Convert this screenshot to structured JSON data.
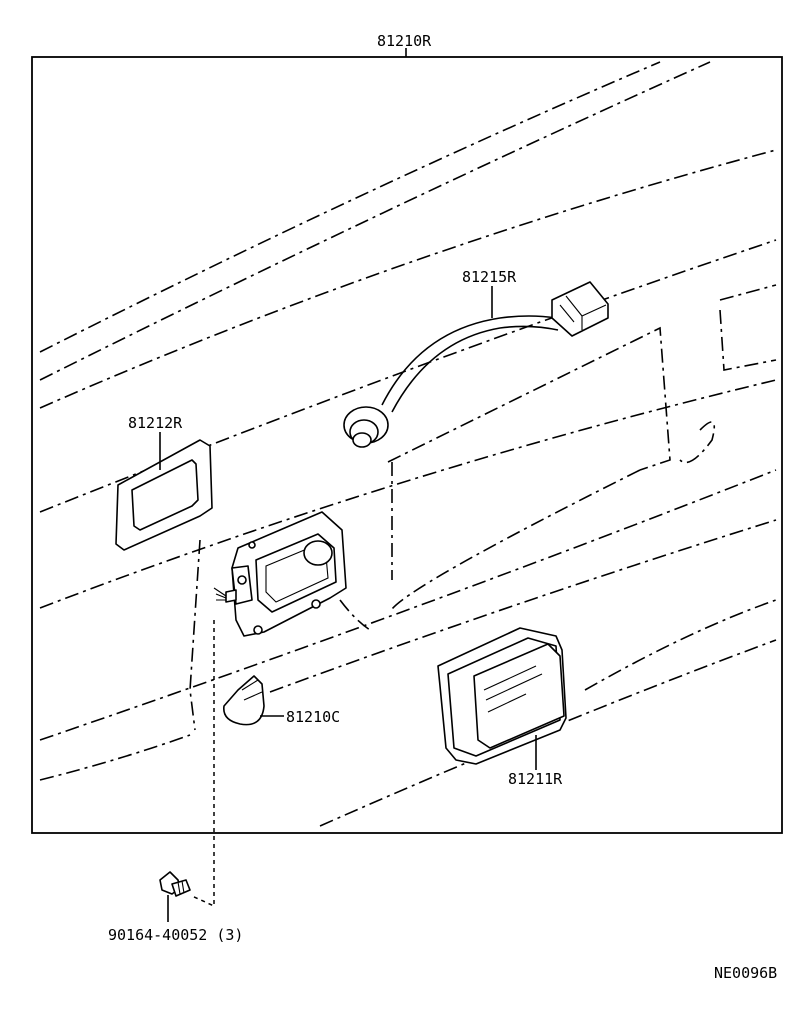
{
  "parts": {
    "lamp_assembly": "81210R",
    "wire_socket": "81215R",
    "gasket": "81212R",
    "bulb": "81210C",
    "lens": "81211R",
    "screw": "90164-40052 (3)"
  },
  "diagram_code": "NE0096B"
}
